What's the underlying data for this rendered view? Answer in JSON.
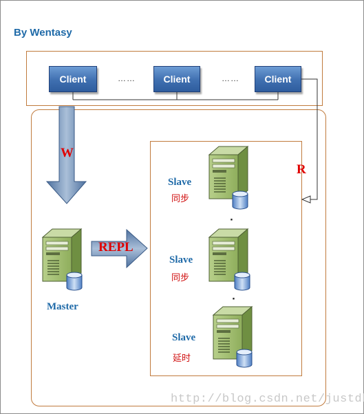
{
  "byline": "By Wentasy",
  "clients": [
    "Client",
    "Client",
    "Client"
  ],
  "ellipsis": "……",
  "write_label": "W",
  "read_label": "R",
  "repl_label": "REPL",
  "master_label": "Master",
  "slaves": [
    {
      "label": "Slave",
      "mode": "同步"
    },
    {
      "label": "Slave",
      "mode": "同步"
    },
    {
      "label": "Slave",
      "mode": "延时"
    }
  ],
  "dot": "·",
  "watermark": "http://blog.csdn.net/justdb",
  "colors": {
    "box_border": "#c07a3c",
    "client_fill": "#3f6fb0",
    "arrow_fill": "#5b7fa8",
    "server_fill": "#8fb060",
    "accent_red": "#e00000",
    "accent_blue": "#1f6aa8"
  },
  "icons": [
    "server-icon",
    "database-icon",
    "arrow-down-icon",
    "arrow-right-icon"
  ]
}
